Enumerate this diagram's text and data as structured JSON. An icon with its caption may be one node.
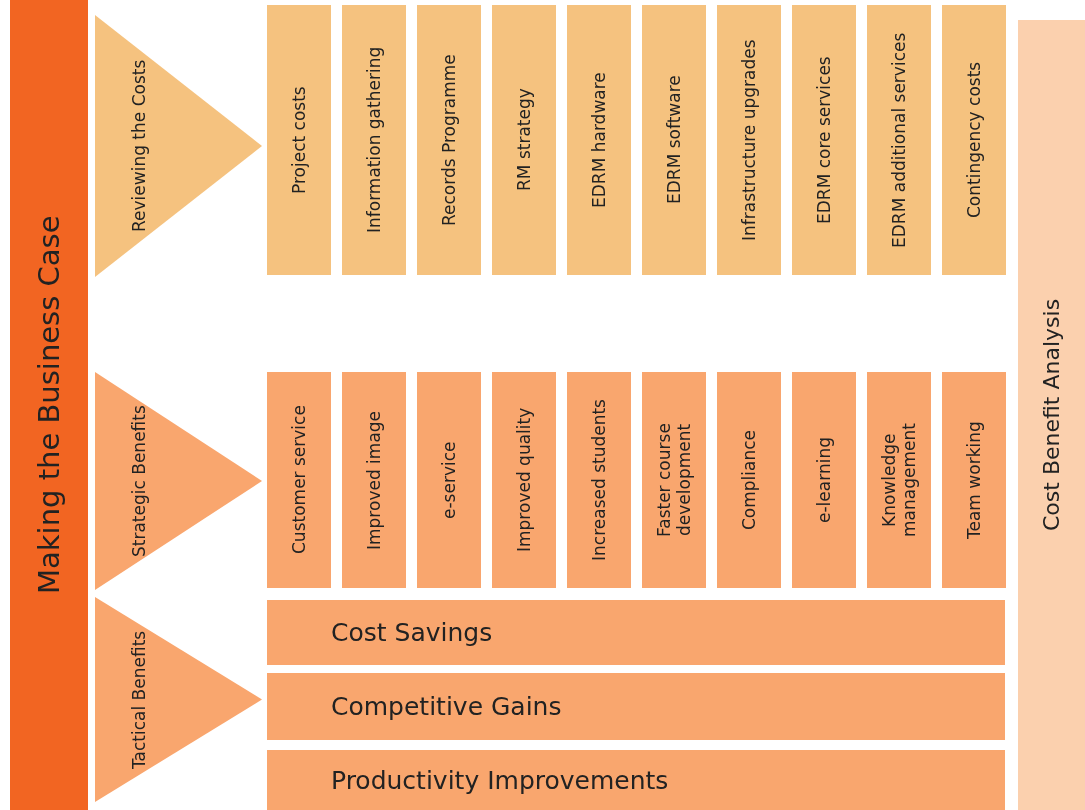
{
  "diagram": {
    "nodes": [
      {
        "text": [
          "Making the Business Case"
        ]
      },
      {
        "text": [
          "Reviewing the Costs"
        ]
      },
      {
        "text": [
          "Project costs"
        ]
      },
      {
        "text": [
          "Information gathering"
        ]
      },
      {
        "text": [
          "Records Programme"
        ]
      },
      {
        "text": [
          "RM strategy"
        ]
      },
      {
        "text": [
          "EDRM hardware"
        ]
      },
      {
        "text": [
          "EDRM software"
        ]
      },
      {
        "text": [
          "Infrastructure upgrades"
        ]
      },
      {
        "text": [
          "EDRM core services"
        ]
      },
      {
        "text": [
          "EDRM additional services"
        ]
      },
      {
        "text": [
          "Contingency costs"
        ]
      },
      {
        "text": [
          "Strategic Benefits"
        ]
      },
      {
        "text": [
          "Customer service"
        ]
      },
      {
        "text": [
          "Improved image"
        ]
      },
      {
        "text": [
          "e-service"
        ]
      },
      {
        "text": [
          "Improved quality"
        ]
      },
      {
        "text": [
          "Increased students"
        ]
      },
      {
        "text": [
          "Faster course development"
        ]
      },
      {
        "text": [
          "Compliance"
        ]
      },
      {
        "text": [
          "e-learning"
        ]
      },
      {
        "text": [
          "Knowledge management"
        ]
      },
      {
        "text": [
          "Team working"
        ]
      },
      {
        "text": [
          "Tactical Benefits"
        ]
      },
      {
        "text": [
          "Cost Savings"
        ]
      },
      {
        "text": [
          "Competitive Gains"
        ]
      },
      {
        "text": [
          "Productivity Improvements"
        ]
      },
      {
        "text": [
          "Cost Benefit Analysis"
        ]
      }
    ]
  }
}
